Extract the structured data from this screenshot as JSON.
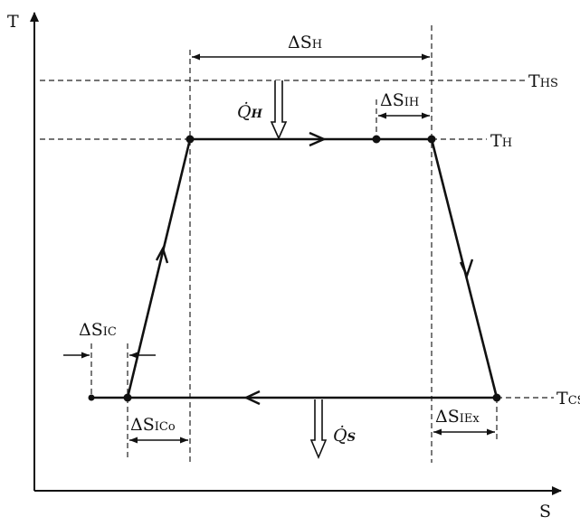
{
  "axes": {
    "y_label": "T",
    "x_label": "S"
  },
  "temperatures": {
    "hs": {
      "main": "T",
      "sub": "HS"
    },
    "h": {
      "main": "T",
      "sub": "H"
    },
    "cs": {
      "main": "T",
      "sub": "CS"
    }
  },
  "entropy_gaps": {
    "delta_s_h": {
      "main": "ΔS",
      "sub": "H"
    },
    "delta_s_ih": {
      "main": "ΔS",
      "sub": "IH"
    },
    "delta_s_ic": {
      "main": "ΔS",
      "sub": "IC"
    },
    "delta_s_ico": {
      "main": "ΔS",
      "sub": "IC",
      "sub2": "o"
    },
    "delta_s_iex": {
      "main": "ΔS",
      "sub": "IEx"
    }
  },
  "heat_flows": {
    "q_h": {
      "main": "Q̇",
      "sub": "H"
    },
    "q_s": {
      "main": "Q̇",
      "sub": "S"
    }
  }
}
